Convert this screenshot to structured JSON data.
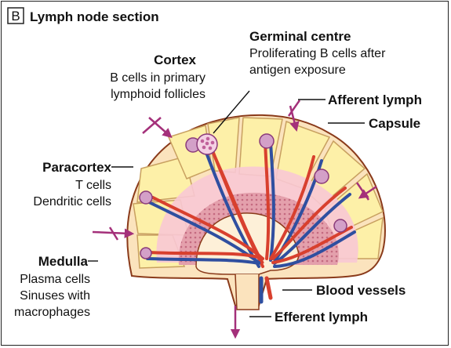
{
  "panel": {
    "letter": "B",
    "title": "Lymph node section"
  },
  "labels": {
    "germinal_centre": {
      "title": "Germinal centre",
      "lines": [
        "Proliferating B cells after",
        "antigen exposure"
      ]
    },
    "cortex": {
      "title": "Cortex",
      "lines": [
        "B cells in primary",
        "lymphoid follicles"
      ]
    },
    "afferent_lymph": {
      "title": "Afferent lymph"
    },
    "capsule": {
      "title": "Capsule"
    },
    "paracortex": {
      "title": "Paracortex",
      "lines": [
        "T cells",
        "Dendritic cells"
      ]
    },
    "medulla": {
      "title": "Medulla",
      "lines": [
        "Plasma cells",
        "Sinuses with",
        "macrophages"
      ]
    },
    "blood_vessels": {
      "title": "Blood vessels"
    },
    "efferent_lymph": {
      "title": "Efferent lymph"
    }
  },
  "colors": {
    "capsule_fill": "#fbe3bd",
    "follicle_fill": "#fdf0a8",
    "paracortex_fill": "#f8c8d4",
    "medulla_fill": "#d88a9a",
    "sinus_fill": "#fdf0d8",
    "artery": "#d8402e",
    "vein": "#2f4fa0",
    "lymph_vessel": "#a4307a",
    "outline": "#8a3a1a"
  }
}
